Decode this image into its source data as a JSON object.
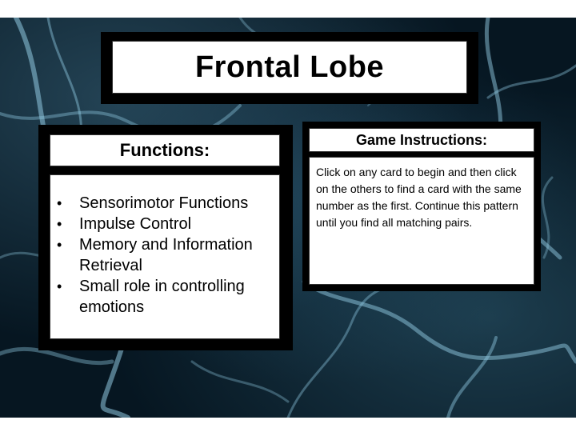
{
  "title": "Frontal Lobe",
  "functions": {
    "heading": "Functions:",
    "items": [
      "Sensorimotor Functions",
      "Impulse Control",
      "Memory and Information Retrieval",
      "Small role in controlling emotions"
    ]
  },
  "instructions": {
    "heading": "Game Instructions:",
    "text": "Click on any card to begin and then click on the others to find a card with the same number as the first. Continue this pattern until you find all matching pairs."
  },
  "colors": {
    "background": "#061621",
    "frame": "#000000",
    "panel": "#ffffff",
    "neuron": "#8fc8e0"
  }
}
